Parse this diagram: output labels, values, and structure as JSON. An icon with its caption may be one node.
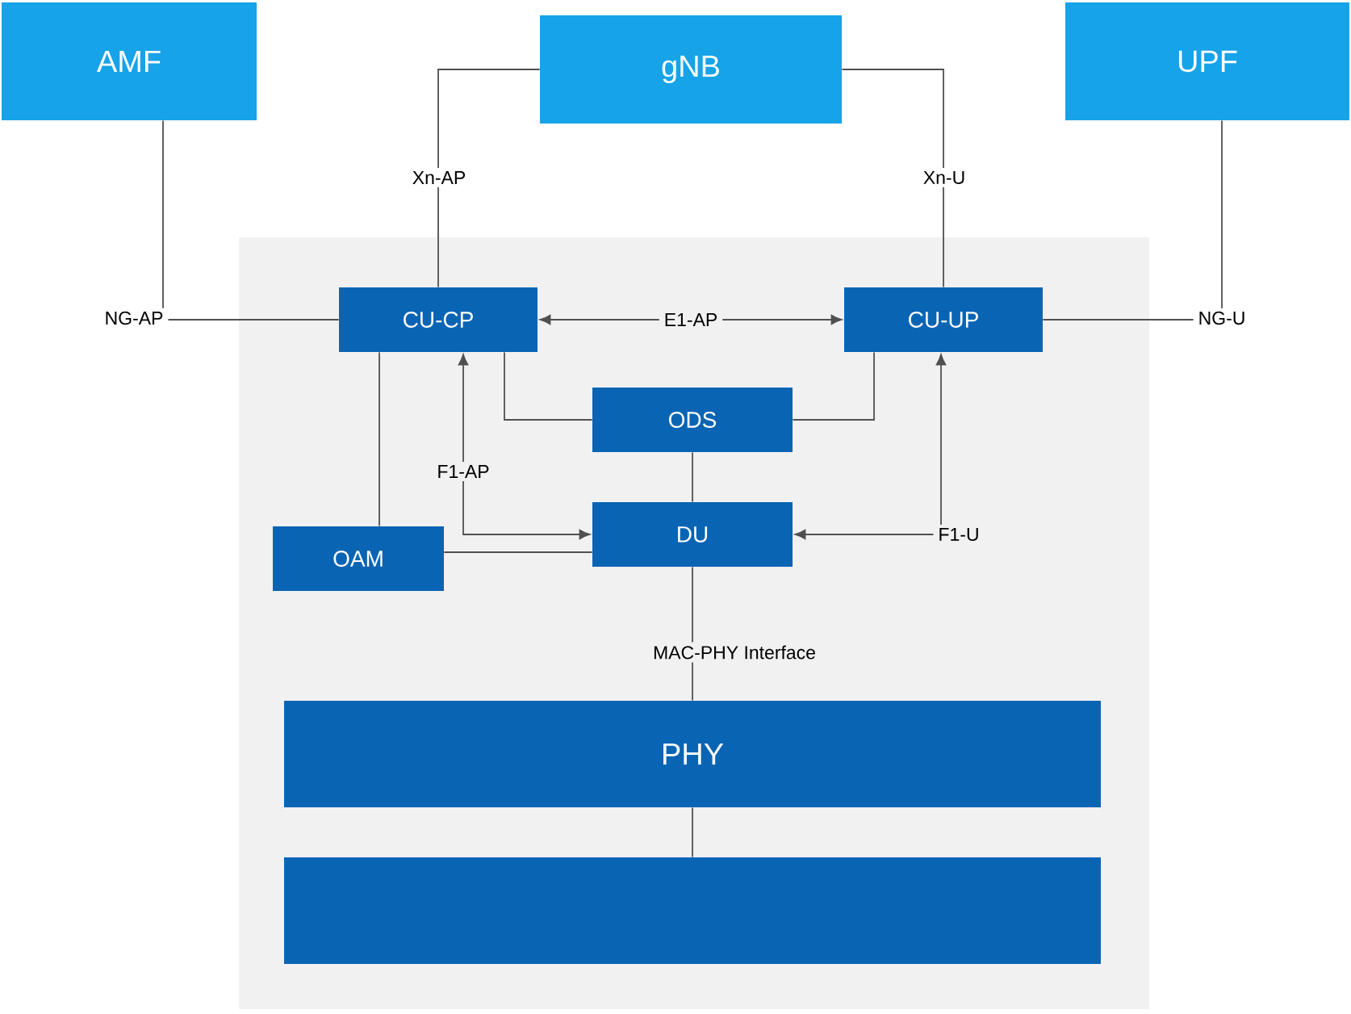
{
  "diagram": {
    "nodes": [
      {
        "text": [
          "AMF"
        ]
      },
      {
        "text": [
          "gNB"
        ]
      },
      {
        "text": [
          "UPF"
        ]
      },
      {
        "text": [],
        "shape": "box"
      },
      {
        "text": [
          "CU-CP"
        ],
        "in": 3
      },
      {
        "text": [
          "CU-UP"
        ],
        "in": 3
      },
      {
        "text": [
          "ODS"
        ],
        "in": 3
      },
      {
        "text": [
          "OAM"
        ],
        "in": 3
      },
      {
        "text": [
          "DU"
        ],
        "in": 3
      },
      {
        "text": [
          "PHY"
        ],
        "in": 3
      },
      {
        "text": [],
        "shape": "box",
        "in": 3
      }
    ],
    "edges": [
      {
        "from": 0,
        "to": 4,
        "arrow": "none",
        "label": "NG-AP"
      },
      {
        "from": 1,
        "to": 4,
        "arrow": "none",
        "label": "Xn-AP"
      },
      {
        "from": 1,
        "to": 5,
        "arrow": "none",
        "label": "Xn-U"
      },
      {
        "from": 2,
        "to": 5,
        "arrow": "none",
        "label": "NG-U"
      },
      {
        "from": 4,
        "to": 5,
        "arrow": "both",
        "label": "E1-AP"
      },
      {
        "from": 4,
        "to": 6,
        "arrow": "none"
      },
      {
        "from": 5,
        "to": 6,
        "arrow": "none"
      },
      {
        "from": 6,
        "to": 8,
        "arrow": "none"
      },
      {
        "from": 4,
        "to": 8,
        "arrow": "both",
        "label": "F1-AP"
      },
      {
        "from": 5,
        "to": 8,
        "arrow": "both",
        "label": "F1-U"
      },
      {
        "from": 4,
        "to": 7,
        "arrow": "none"
      },
      {
        "from": 7,
        "to": 8,
        "arrow": "none"
      },
      {
        "from": 8,
        "to": 9,
        "arrow": "none",
        "label": "MAC-PHY Interface"
      },
      {
        "from": 9,
        "to": 10,
        "arrow": "none"
      }
    ]
  }
}
